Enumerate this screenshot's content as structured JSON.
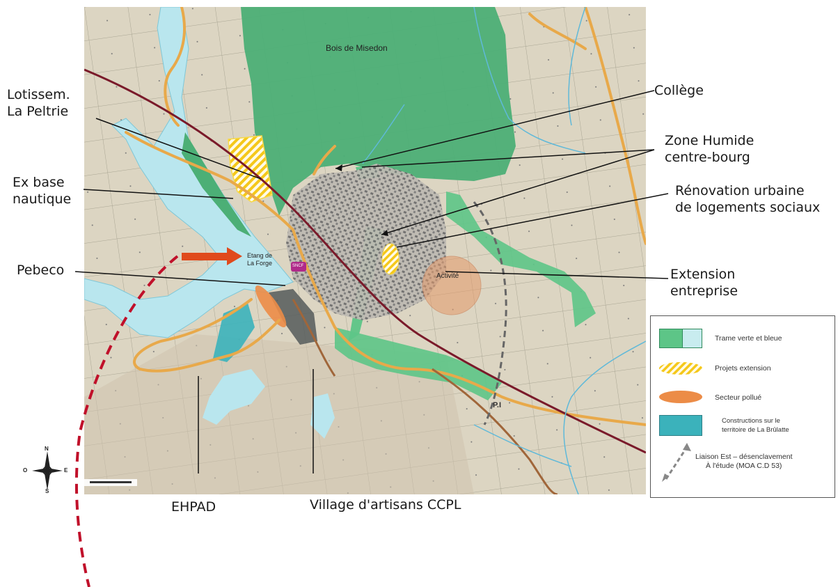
{
  "map": {
    "place_labels": {
      "bois": "Bois de Misedon",
      "etang": "Etang de\nLa Forge",
      "activite": "Activité",
      "pi": "P.I",
      "sncf": "SNCF"
    },
    "callouts": {
      "lotissement": "Lotissem.\nLa Peltrie",
      "ex_base": "Ex base\nnautique",
      "pebeco": "Pebeco",
      "ehpad": "EHPAD",
      "village": "Village d'artisans CCPL",
      "college": "Collège",
      "zone_humide": "Zone Humide\ncentre-bourg",
      "renovation": "Rénovation urbaine\nde logements sociaux",
      "extension": "Extension\nentreprise"
    },
    "compass": {
      "n": "N",
      "s": "S",
      "e": "E",
      "o": "O"
    }
  },
  "legend": {
    "items": [
      {
        "label": "Trame verte et bleue",
        "colors": [
          "#5dc587",
          "#c8ecef"
        ]
      },
      {
        "label": "Projets extension",
        "colors": [
          "#f6d94a"
        ]
      },
      {
        "label": "Secteur pollué",
        "colors": [
          "#ec8c47"
        ]
      },
      {
        "label": "Constructions sur le\nterritoire de La Brûlatte",
        "colors": [
          "#3bb2bb"
        ]
      },
      {
        "label": "Liaison Est – désenclavement\nÀ l'étude (MOA C.D 53)",
        "colors": [
          "#888888"
        ]
      }
    ]
  },
  "colors": {
    "water": "#b9e6ee",
    "forest": "#4caf76",
    "road": "#e8a94a",
    "rail": "#7a1a2a",
    "arrow": "#e04a1c",
    "dash": "#c0102a"
  }
}
